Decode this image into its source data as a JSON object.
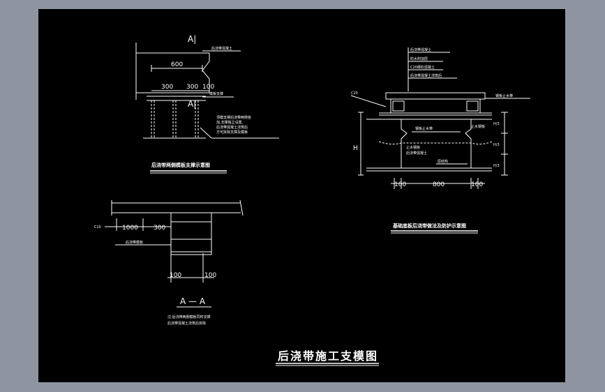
{
  "colors": {
    "viewport_bg": "#8e95a1",
    "sheet_bg": "#000000",
    "line": "#ffffff"
  },
  "detail1": {
    "section_mark_top": "A|",
    "section_mark_bottom": "A|",
    "dim_600": "600",
    "dim_300_a": "300",
    "dim_300_b": "300",
    "dim_100": "100",
    "note_top": "后浇带混凝土",
    "note_mid": "模板支撑",
    "note_side_1": "顶模支撑后浇带两侧各",
    "note_side_2": "加,支撑独立设置,",
    "note_side_3": "后浇带混凝土浇筑后",
    "note_side_4": "方可拆除支撑及模板",
    "caption": "后浇带两侧模板支撑示意图"
  },
  "detail2": {
    "dim_1000": "1000",
    "dim_300": "300",
    "dim_100_a": "100",
    "dim_100_b": "100",
    "left_tag": "C10",
    "note": "后浇带模板",
    "section_label": "A — A",
    "note_a": "注:后浇带两侧模板同时支撑",
    "note_b": "后浇带混凝土浇筑后拆除"
  },
  "detail3": {
    "notes_top": [
      "后浇带混凝土",
      "防水附加层",
      "C20细石混凝土",
      "后浇带混凝土浇筑后"
    ],
    "left_tag": "C20",
    "right_tag": "钢板止水带",
    "mid_note_1": "钢板止水带",
    "mid_note_2": "止水钢板",
    "mid_note_3": "后浇带混凝土",
    "mid_note_4": "原结构",
    "right_note": "止水钢板",
    "dim_H": "H",
    "dim_h1": "H/3",
    "dim_h2": "H/3",
    "dim_h3": "H/3",
    "dim_100_a": "100",
    "dim_800": "800",
    "dim_100_b": "100",
    "caption": "基础底板后浇带做法及防护示意图"
  },
  "title": {
    "text": "后浇带施工支模图"
  }
}
